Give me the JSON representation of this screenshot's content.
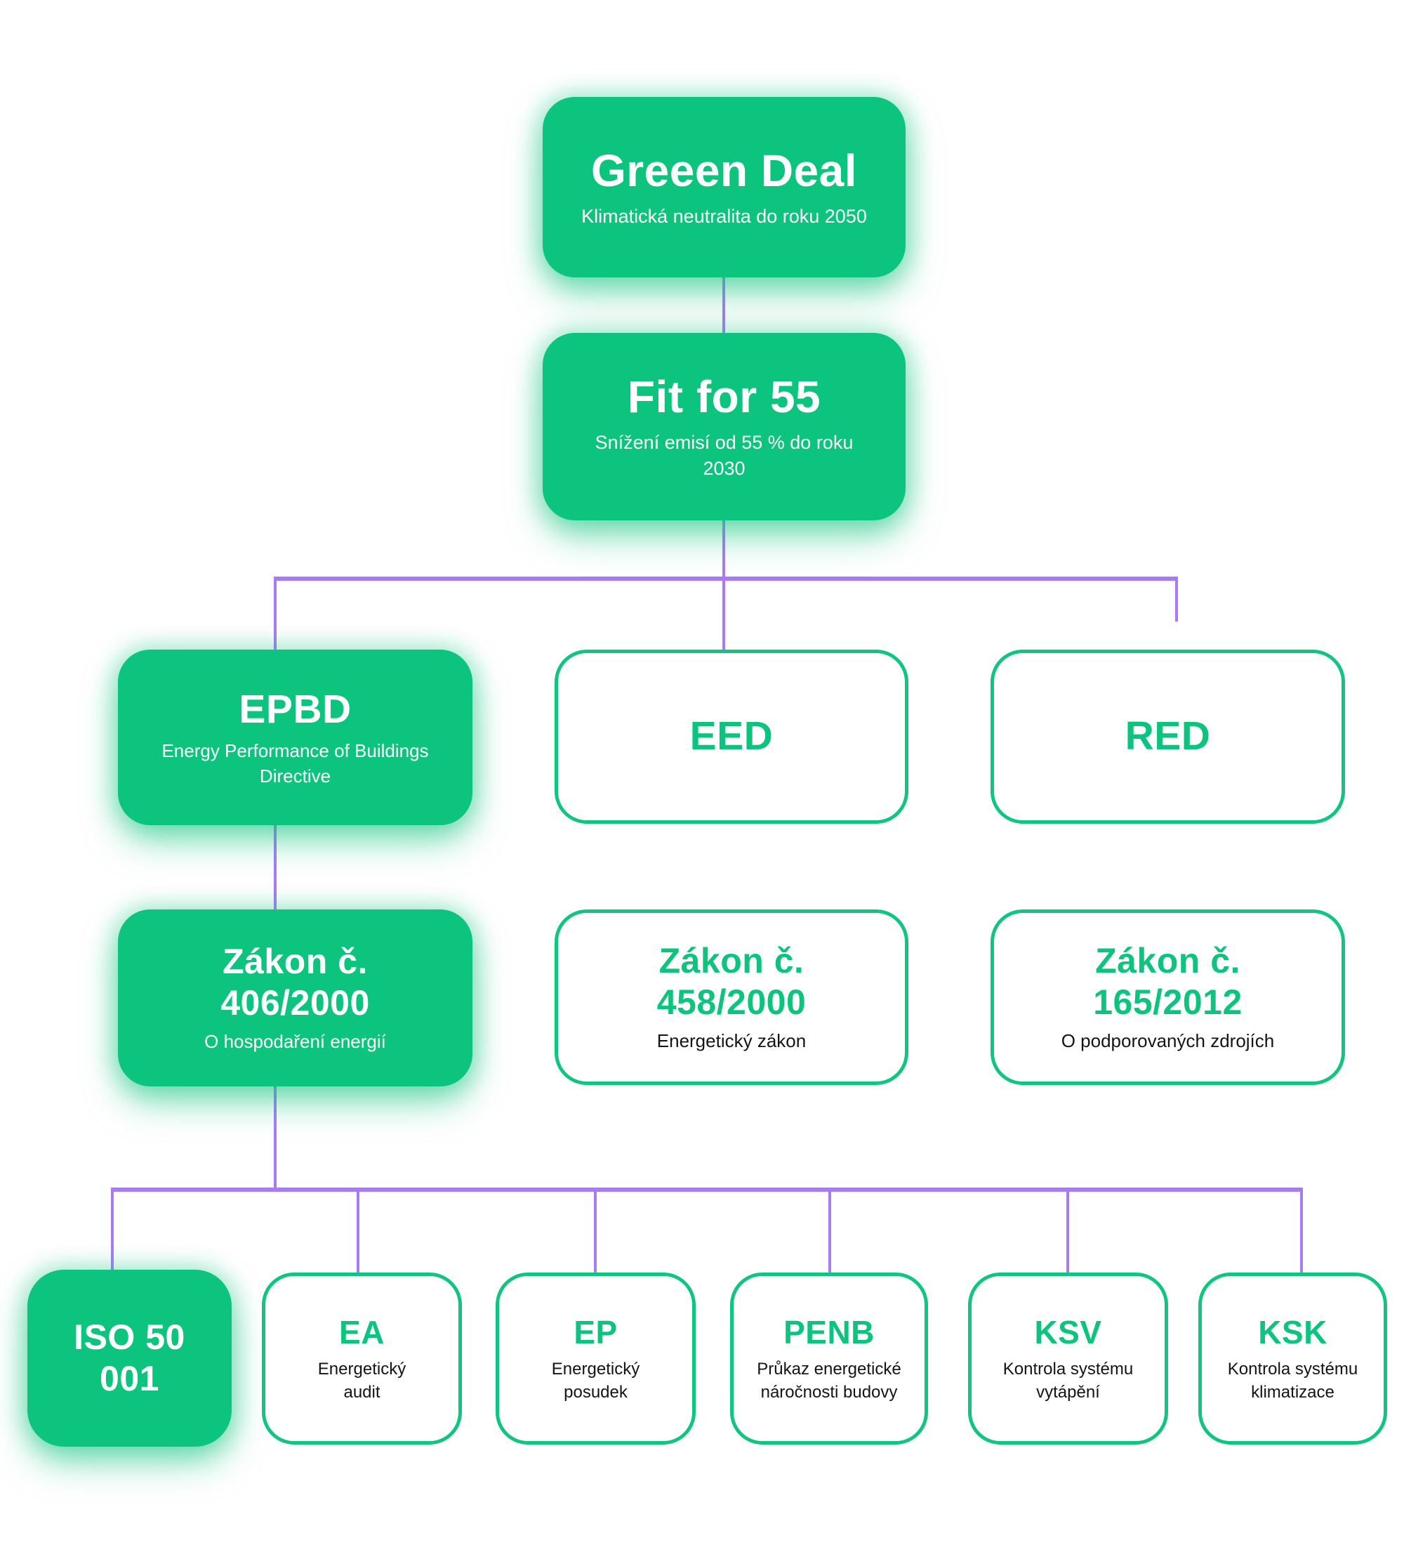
{
  "diagram": {
    "type": "hierarchy-flowchart",
    "language": "cs",
    "background": "#ffffff"
  },
  "colors": {
    "green_fill": "#0CC47E",
    "green_border": "#0FC57F",
    "purple_connector": "#A97AF5",
    "white_text": "#ffffff",
    "dark_text": "#141414"
  },
  "nodes": {
    "green_deal": {
      "title": "Greeen Deal",
      "subtitle": "Klimatická neutralita do roku 2050",
      "style": "solid-green"
    },
    "fit_for_55": {
      "title": "Fit for 55",
      "subtitle": "Snížení emisí od 55 % do roku 2030",
      "style": "solid-green"
    },
    "epbd": {
      "title": "EPBD",
      "subtitle": "Energy Performance of Buildings Directive",
      "style": "solid-green"
    },
    "eed": {
      "title": "EED",
      "style": "outline-green"
    },
    "red": {
      "title": "RED",
      "style": "outline-green"
    },
    "zakon_406": {
      "title": "Zákon č. 406/2000",
      "subtitle": "O hospodaření energií",
      "style": "solid-green"
    },
    "zakon_458": {
      "title": "Zákon č. 458/2000",
      "subtitle": "Energetický zákon",
      "style": "outline-green"
    },
    "zakon_165": {
      "title": "Zákon č. 165/2012",
      "subtitle": "O podporovaných zdrojích",
      "style": "outline-green"
    },
    "iso": {
      "title": "ISO 50 001",
      "style": "solid-green"
    },
    "ea": {
      "title": "EA",
      "subtitle": "Energetický audit",
      "style": "outline-green"
    },
    "ep": {
      "title": "EP",
      "subtitle": "Energetický posudek",
      "style": "outline-green"
    },
    "penb": {
      "title": "PENB",
      "subtitle": "Průkaz energetické náročnosti budovy",
      "style": "outline-green"
    },
    "ksv": {
      "title": "KSV",
      "subtitle": "Kontrola systému vytápění",
      "style": "outline-green"
    },
    "ksk": {
      "title": "KSK",
      "subtitle": "Kontrola systému klimatizace",
      "style": "outline-green"
    }
  },
  "edges": [
    [
      "green_deal",
      "fit_for_55"
    ],
    [
      "fit_for_55",
      "epbd"
    ],
    [
      "fit_for_55",
      "eed"
    ],
    [
      "fit_for_55",
      "red"
    ],
    [
      "epbd",
      "zakon_406"
    ],
    [
      "zakon_406",
      "iso"
    ],
    [
      "zakon_406",
      "ea"
    ],
    [
      "zakon_406",
      "ep"
    ],
    [
      "zakon_406",
      "penb"
    ],
    [
      "zakon_406",
      "ksv"
    ],
    [
      "zakon_406",
      "ksk"
    ]
  ]
}
